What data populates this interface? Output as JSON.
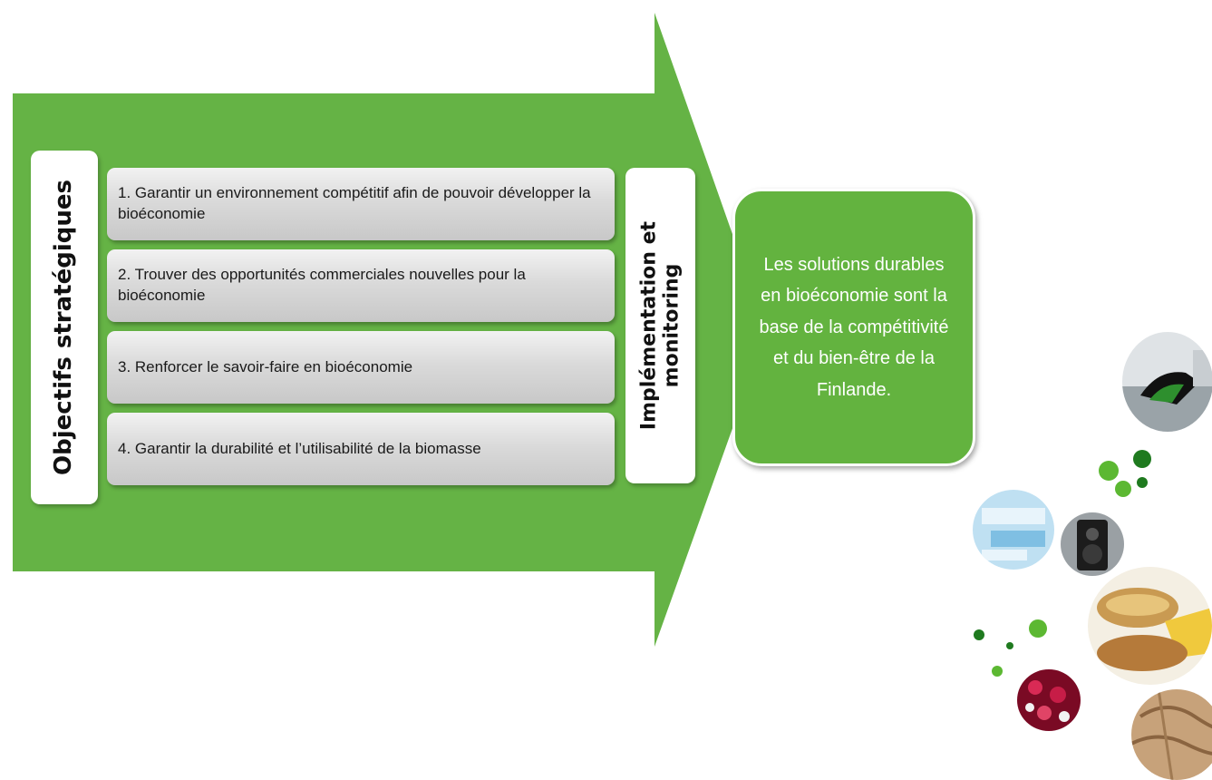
{
  "diagram": {
    "colors": {
      "arrow": "#65b345",
      "result_box": "#63b33f",
      "dot_light": "#5cb832",
      "dot_dark": "#1f7a1f"
    },
    "objectives_title": "Objectifs stratégiques",
    "objectives": [
      "1. Garantir un environnement compétitif afin de pouvoir développer la bioéconomie",
      "2. Trouver des opportunités commerciales nouvelles pour la bioéconomie",
      "3. Renforcer le savoir-faire en bioéconomie",
      "4. Garantir la durabilité et l’utilisabilité de la biomasse"
    ],
    "implementation_label": "Implémentation et\nmonitoring",
    "result_text": "Les solutions durables en bioéconomie sont la base de la compétitivité et du bien-être de la Finlande.",
    "photos": [
      {
        "icon": "fuel-pump-photo"
      },
      {
        "icon": "water-labels-photo"
      },
      {
        "icon": "speaker-photo"
      },
      {
        "icon": "bread-cheese-photo"
      },
      {
        "icon": "red-berries-photo"
      },
      {
        "icon": "wood-texture-photo"
      }
    ]
  }
}
